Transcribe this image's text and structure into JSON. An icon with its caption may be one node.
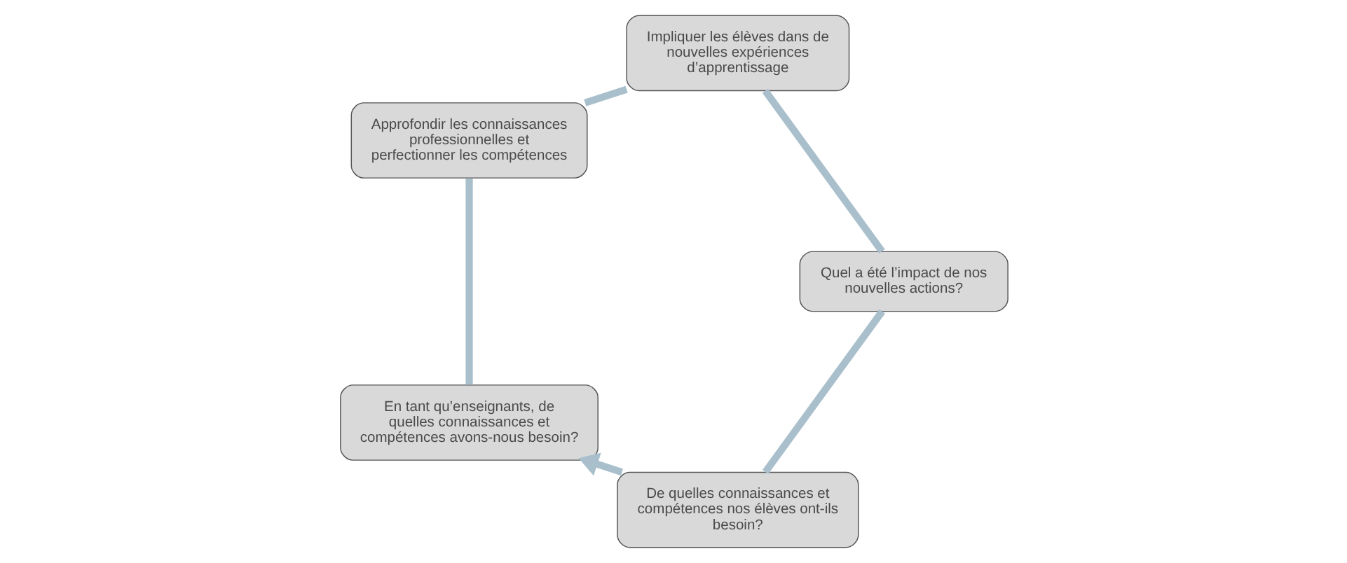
{
  "diagram": {
    "nodes": [
      {
        "text": [
          "De quelles connaissances et compétences nos élèves ont-ils besoin?"
        ]
      },
      {
        "text": [
          "En tant qu’enseignants, de quelles connaissances et compétences avons-nous besoin?"
        ]
      },
      {
        "text": [
          "Quel a été l’impact de nos nouvelles actions?"
        ]
      },
      {
        "text": [
          "Approfondir les connaissances professionnelles et perfectionner les compétences"
        ]
      },
      {
        "text": [
          "Impliquer les élèves dans de nouvelles expériences d’apprentissage"
        ]
      }
    ],
    "edges": [
      {
        "from": 0,
        "to": 1,
        "arrow": "to"
      },
      {
        "from": 1,
        "to": 3,
        "arrow": "none"
      },
      {
        "from": 3,
        "to": 4,
        "arrow": "none"
      },
      {
        "from": 4,
        "to": 2,
        "arrow": "none"
      },
      {
        "from": 2,
        "to": 0,
        "arrow": "none"
      }
    ]
  }
}
